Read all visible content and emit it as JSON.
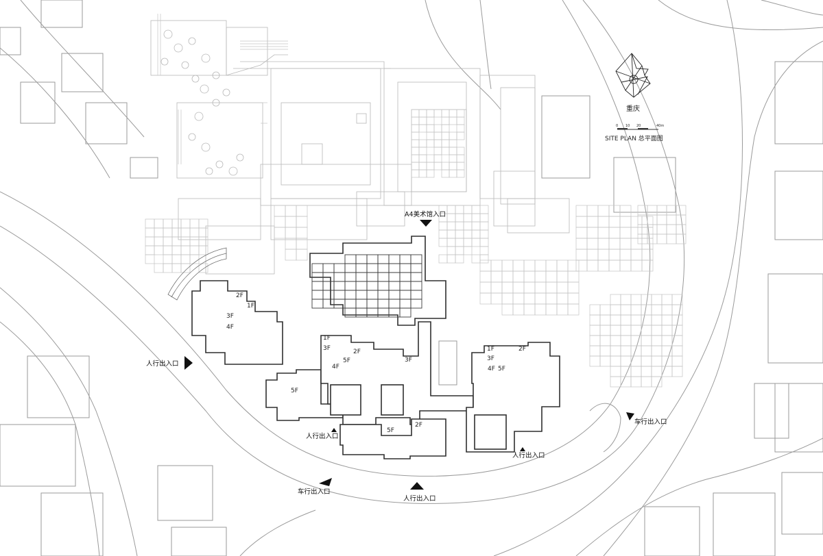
{
  "city": "重庆",
  "plan_title": "SITE PLAN 总平面图",
  "scale_bar": [
    "0",
    "10",
    "20",
    "40m"
  ],
  "entrances": {
    "museum": "A4美术馆入口",
    "ped_west": "人行出入口",
    "ped_center_1": "人行出入口",
    "ped_center_2": "人行出入口",
    "ped_east": "人行出入口",
    "vehicle_south": "车行出入口",
    "vehicle_east": "车行出入口"
  },
  "floor_labels": {
    "west_2f": "2F",
    "west_1f": "1F",
    "west_3f": "3F",
    "west_4f": "4F",
    "mid_1f": "1F",
    "mid_3f": "3F",
    "mid_2f": "2F",
    "mid_5f": "5F",
    "mid_4f": "4F",
    "mid_3f_b": "3F",
    "sw_5f": "5F",
    "south_5f": "5F",
    "south_2f": "2F",
    "east_1f": "1F",
    "east_2f": "2F",
    "east_3f": "3F",
    "east_4f": "4F",
    "east_5f": "5F"
  }
}
